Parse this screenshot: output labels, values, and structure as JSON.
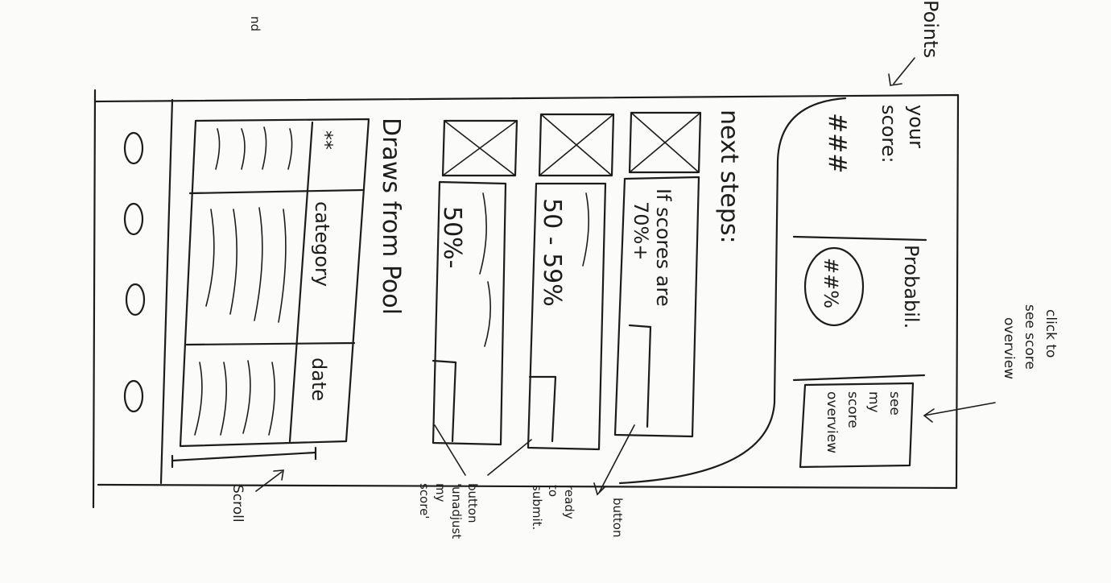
{
  "corner_fragment": "nd",
  "annotations": {
    "points": "Points",
    "scroll": "Scroll",
    "button_unadjust": [
      "button",
      "'unadjust",
      "my",
      "score'"
    ],
    "button_ready": [
      "ready",
      "to",
      "submit."
    ],
    "button_right": "button",
    "click_overview": [
      "click to",
      "see score",
      "overview"
    ]
  },
  "score_panel": {
    "your_score_label": [
      "your",
      "score:"
    ],
    "score_value": "###",
    "probability_label": "Probabil.",
    "probability_value": "##%",
    "overview_button": [
      "see",
      "my",
      "score",
      "overview"
    ]
  },
  "next_steps": {
    "title": "next steps:",
    "rows": [
      {
        "label": [
          "If scores are",
          "70%+"
        ]
      },
      {
        "label": [
          "50 - 59%"
        ]
      },
      {
        "label": [
          "50%-"
        ]
      }
    ]
  },
  "pool": {
    "title": "Draws from Pool",
    "columns": [
      "**",
      "category",
      "date"
    ]
  },
  "nav_dots": [
    "o",
    "o",
    "o",
    "o"
  ]
}
